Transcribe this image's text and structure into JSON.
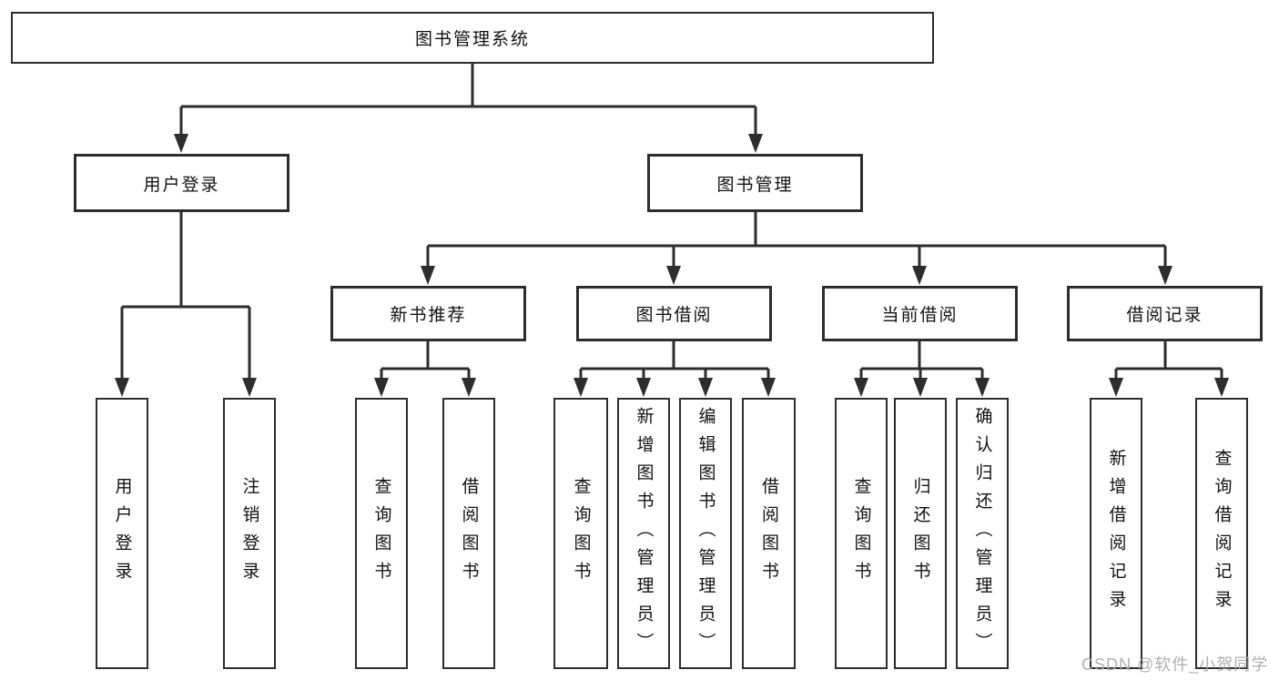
{
  "diagram_title": "图书管理系统",
  "colors": {
    "line": "#2d2d2d",
    "box_border": "#2d2d2d",
    "box_fill": "#ffffff",
    "text": "#111111",
    "background": "#ffffff",
    "watermark": "#a8a8a8"
  },
  "tree": {
    "label": "图书管理系统",
    "children": [
      {
        "label": "用户登录",
        "children": [
          {
            "label": "用户登录"
          },
          {
            "label": "注销登录"
          }
        ]
      },
      {
        "label": "图书管理",
        "children": [
          {
            "label": "新书推荐",
            "children": [
              {
                "label": "查询图书"
              },
              {
                "label": "借阅图书"
              }
            ]
          },
          {
            "label": "图书借阅",
            "children": [
              {
                "label": "查询图书"
              },
              {
                "label": "新增图书（管理员）"
              },
              {
                "label": "编辑图书（管理员）"
              },
              {
                "label": "借阅图书"
              }
            ]
          },
          {
            "label": "当前借阅",
            "children": [
              {
                "label": "查询图书"
              },
              {
                "label": "归还图书"
              },
              {
                "label": "确认归还（管理员）"
              }
            ]
          },
          {
            "label": "借阅记录",
            "children": [
              {
                "label": "新增借阅记录"
              },
              {
                "label": "查询借阅记录"
              }
            ]
          }
        ]
      }
    ]
  },
  "watermark": {
    "text": "CSDN @软件_小贺同学"
  }
}
